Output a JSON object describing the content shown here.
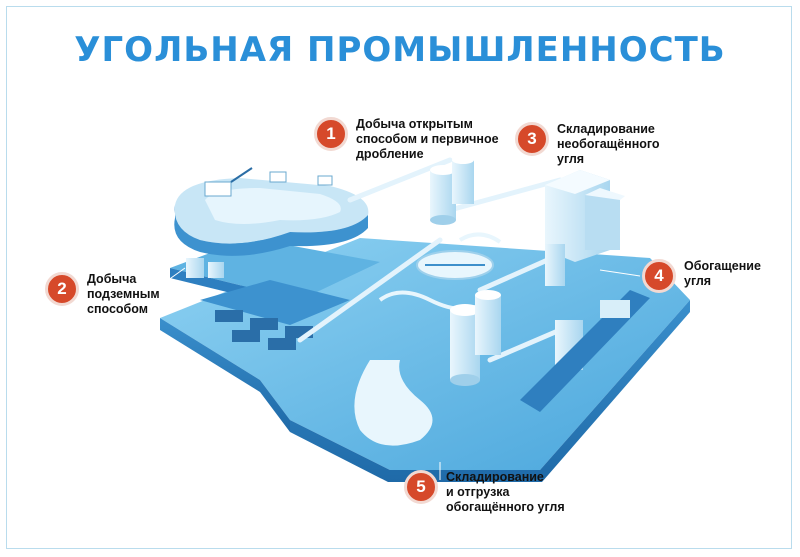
{
  "title": "УГОЛЬНАЯ ПРОМЫШЛЕННОСТЬ",
  "colors": {
    "title": "#2a8fd8",
    "badge": "#d6492a",
    "platform_top": "#6bbfe8",
    "platform_side": "#2e7fc0",
    "structure": "#cfe9f7",
    "water": "#e8f6fd"
  },
  "callouts": [
    {
      "number": "1",
      "text": "Добыча открытым\nспособом и первичное\nдробление"
    },
    {
      "number": "2",
      "text": "Добыча\nподземным\nспособом"
    },
    {
      "number": "3",
      "text": "Складирование\nнеобогащённого\nугля"
    },
    {
      "number": "4",
      "text": "Обогащение\nугля"
    },
    {
      "number": "5",
      "text": "Складирование\nи отгрузка\nобогащённого угля"
    }
  ]
}
